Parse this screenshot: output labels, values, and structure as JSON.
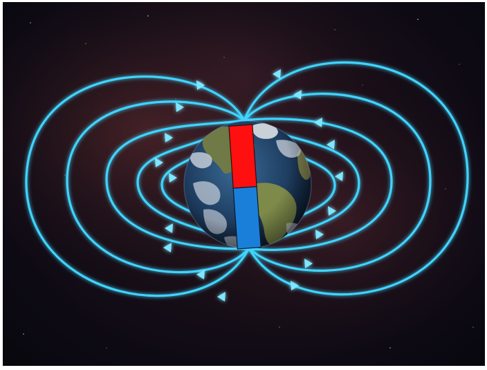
{
  "scene": {
    "description_name": "earth-magnetic-field",
    "colors": {
      "space_dark": "#0c0a12",
      "nebula_red": "#5a2a2a",
      "field_line": "#3fd4ff",
      "field_glow": "#00b7ff",
      "magnet_north": "#ff1010",
      "magnet_south": "#1a7fd8",
      "ocean": "#1f3f63",
      "land": "#6f7a46",
      "cloud": "#d8dde6"
    },
    "icons": {
      "north_pole": "magnet-north-pole",
      "south_pole": "magnet-south-pole",
      "arrow": "field-direction-arrow"
    }
  }
}
